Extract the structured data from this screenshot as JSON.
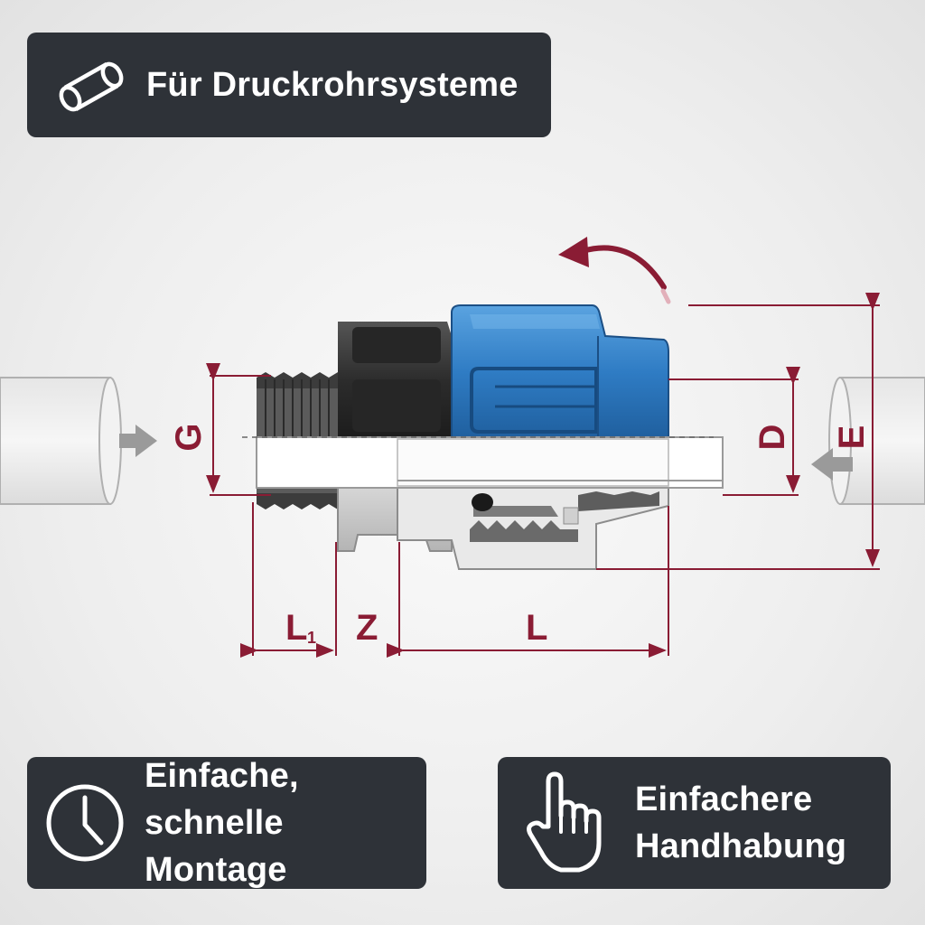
{
  "header": {
    "title": "Für Druckrohrsysteme",
    "icon": "pipe-icon"
  },
  "features": [
    {
      "line1": "Einfache, schnelle",
      "line2": "Montage",
      "icon": "clock-icon"
    },
    {
      "line1": "Einfachere",
      "line2": "Handhabung",
      "icon": "hand-pointer-icon"
    }
  ],
  "diagram": {
    "dimensions": {
      "g": "G",
      "d": "D",
      "e": "E",
      "l1": "L",
      "l1_sub": "1",
      "z": "Z",
      "l": "L"
    }
  },
  "colors": {
    "panel": "#2e3238",
    "accent": "#8a1c34",
    "cap_blue": "#3d86c9",
    "body_dark": "#3a3a3a"
  }
}
